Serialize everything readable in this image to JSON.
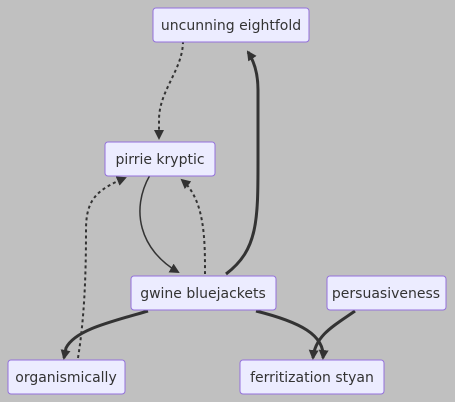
{
  "diagram": {
    "type": "flowchart",
    "nodes": [
      {
        "id": "uncunning",
        "label": "uncunning eightfold"
      },
      {
        "id": "pirrie",
        "label": "pirrie kryptic"
      },
      {
        "id": "gwine",
        "label": "gwine bluejackets"
      },
      {
        "id": "persuasiveness",
        "label": "persuasiveness"
      },
      {
        "id": "organismically",
        "label": "organismically"
      },
      {
        "id": "ferritization",
        "label": "ferritization styan"
      }
    ],
    "edges": [
      {
        "from": "uncunning",
        "to": "pirrie",
        "style": "dotted"
      },
      {
        "from": "pirrie",
        "to": "gwine",
        "style": "solid"
      },
      {
        "from": "gwine",
        "to": "pirrie",
        "style": "dotted"
      },
      {
        "from": "gwine",
        "to": "uncunning",
        "style": "thick"
      },
      {
        "from": "organismically",
        "to": "pirrie",
        "style": "dotted"
      },
      {
        "from": "gwine",
        "to": "organismically",
        "style": "thick"
      },
      {
        "from": "gwine",
        "to": "ferritization",
        "style": "thick"
      },
      {
        "from": "persuasiveness",
        "to": "ferritization",
        "style": "thick"
      }
    ]
  }
}
